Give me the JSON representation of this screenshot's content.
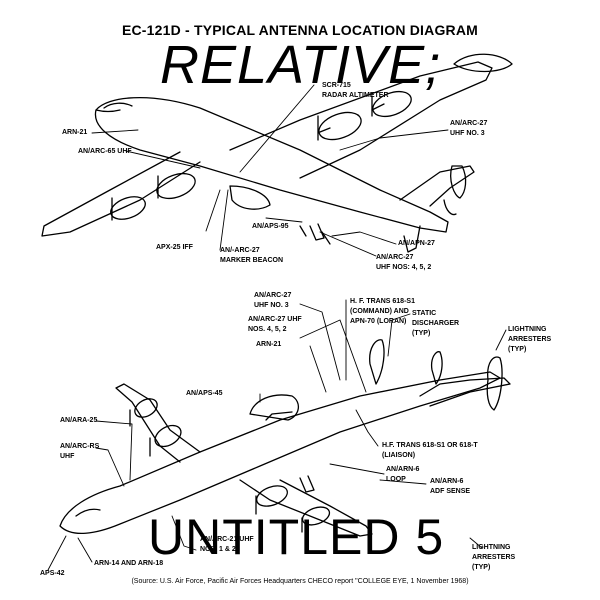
{
  "title": "EC-121D - TYPICAL ANTENNA LOCATION DIAGRAM",
  "overlay": {
    "top_text": "RELATIVE;",
    "bottom_text": "UNTITLED 5"
  },
  "source_note": "(Source: U.S. Air Force, Pacific Air Forces Headquarters CHECO report \"COLLEGE EYE, 1 November 1968)",
  "top_view_labels": {
    "scr": "SCR-715",
    "radar_alt": "RADAR ALTIMETER",
    "arn21": "ARN-21",
    "arc65": "AN/ARC-65 UHF",
    "arc27_uhf3_a": "AN/ARC-27",
    "arc27_uhf3_b": "UHF NO. 3",
    "aps95": "AN/APS-95",
    "apx25": "APX-25 IFF",
    "arc27_mb_a": "AN/-ARC-27",
    "arc27_mb_b": "MARKER BEACON",
    "apn27": "AN/APN-27",
    "arc27_uhf452_a": "AN/ARC-27",
    "arc27_uhf452_b": "UHF NOS: 4, 5, 2"
  },
  "bottom_view_labels": {
    "arc27_uhf3_a": "AN/ARC-27",
    "arc27_uhf3_b": "UHF NO. 3",
    "hf_cmd_a": "H. F. TRANS 618-S1",
    "hf_cmd_b": "(COMMAND) AND",
    "hf_cmd_c": "APN-70 (LORAN)",
    "arc27_452_a": "AN/ARC-27 UHF",
    "arc27_452_b": "NOS. 4, 5, 2",
    "arn21": "ARN-21",
    "static_a": "STATIC",
    "static_b": "DISCHARGER",
    "static_c": "(TYP)",
    "light_top_a": "LIGHTNING",
    "light_top_b": "ARRESTERS",
    "light_top_c": "(TYP)",
    "aps45": "AN/APS-45",
    "ara25": "AN/ARA-25",
    "arc_rs_a": "AN/ARC-RS",
    "arc_rs_b": "UHF",
    "hf_liaison_a": "H.F. TRANS 618-S1 OR 618-T",
    "hf_liaison_b": "(LIAISON)",
    "arn6_loop_a": "AN/ARN-6",
    "arn6_loop_b": "LOOP",
    "arn6_adf_a": "AN/ARN-6",
    "arn6_adf_b": "ADF SENSE",
    "arc21_a": "AN/ARC-21 UHF",
    "arc21_b": "NOS. 1 & 2",
    "arn14": "ARN-14 AND ARN-18",
    "aps42": "APS-42",
    "light_bot_a": "LIGHTNING",
    "light_bot_b": "ARRESTERS",
    "light_bot_c": "(TYP)"
  }
}
